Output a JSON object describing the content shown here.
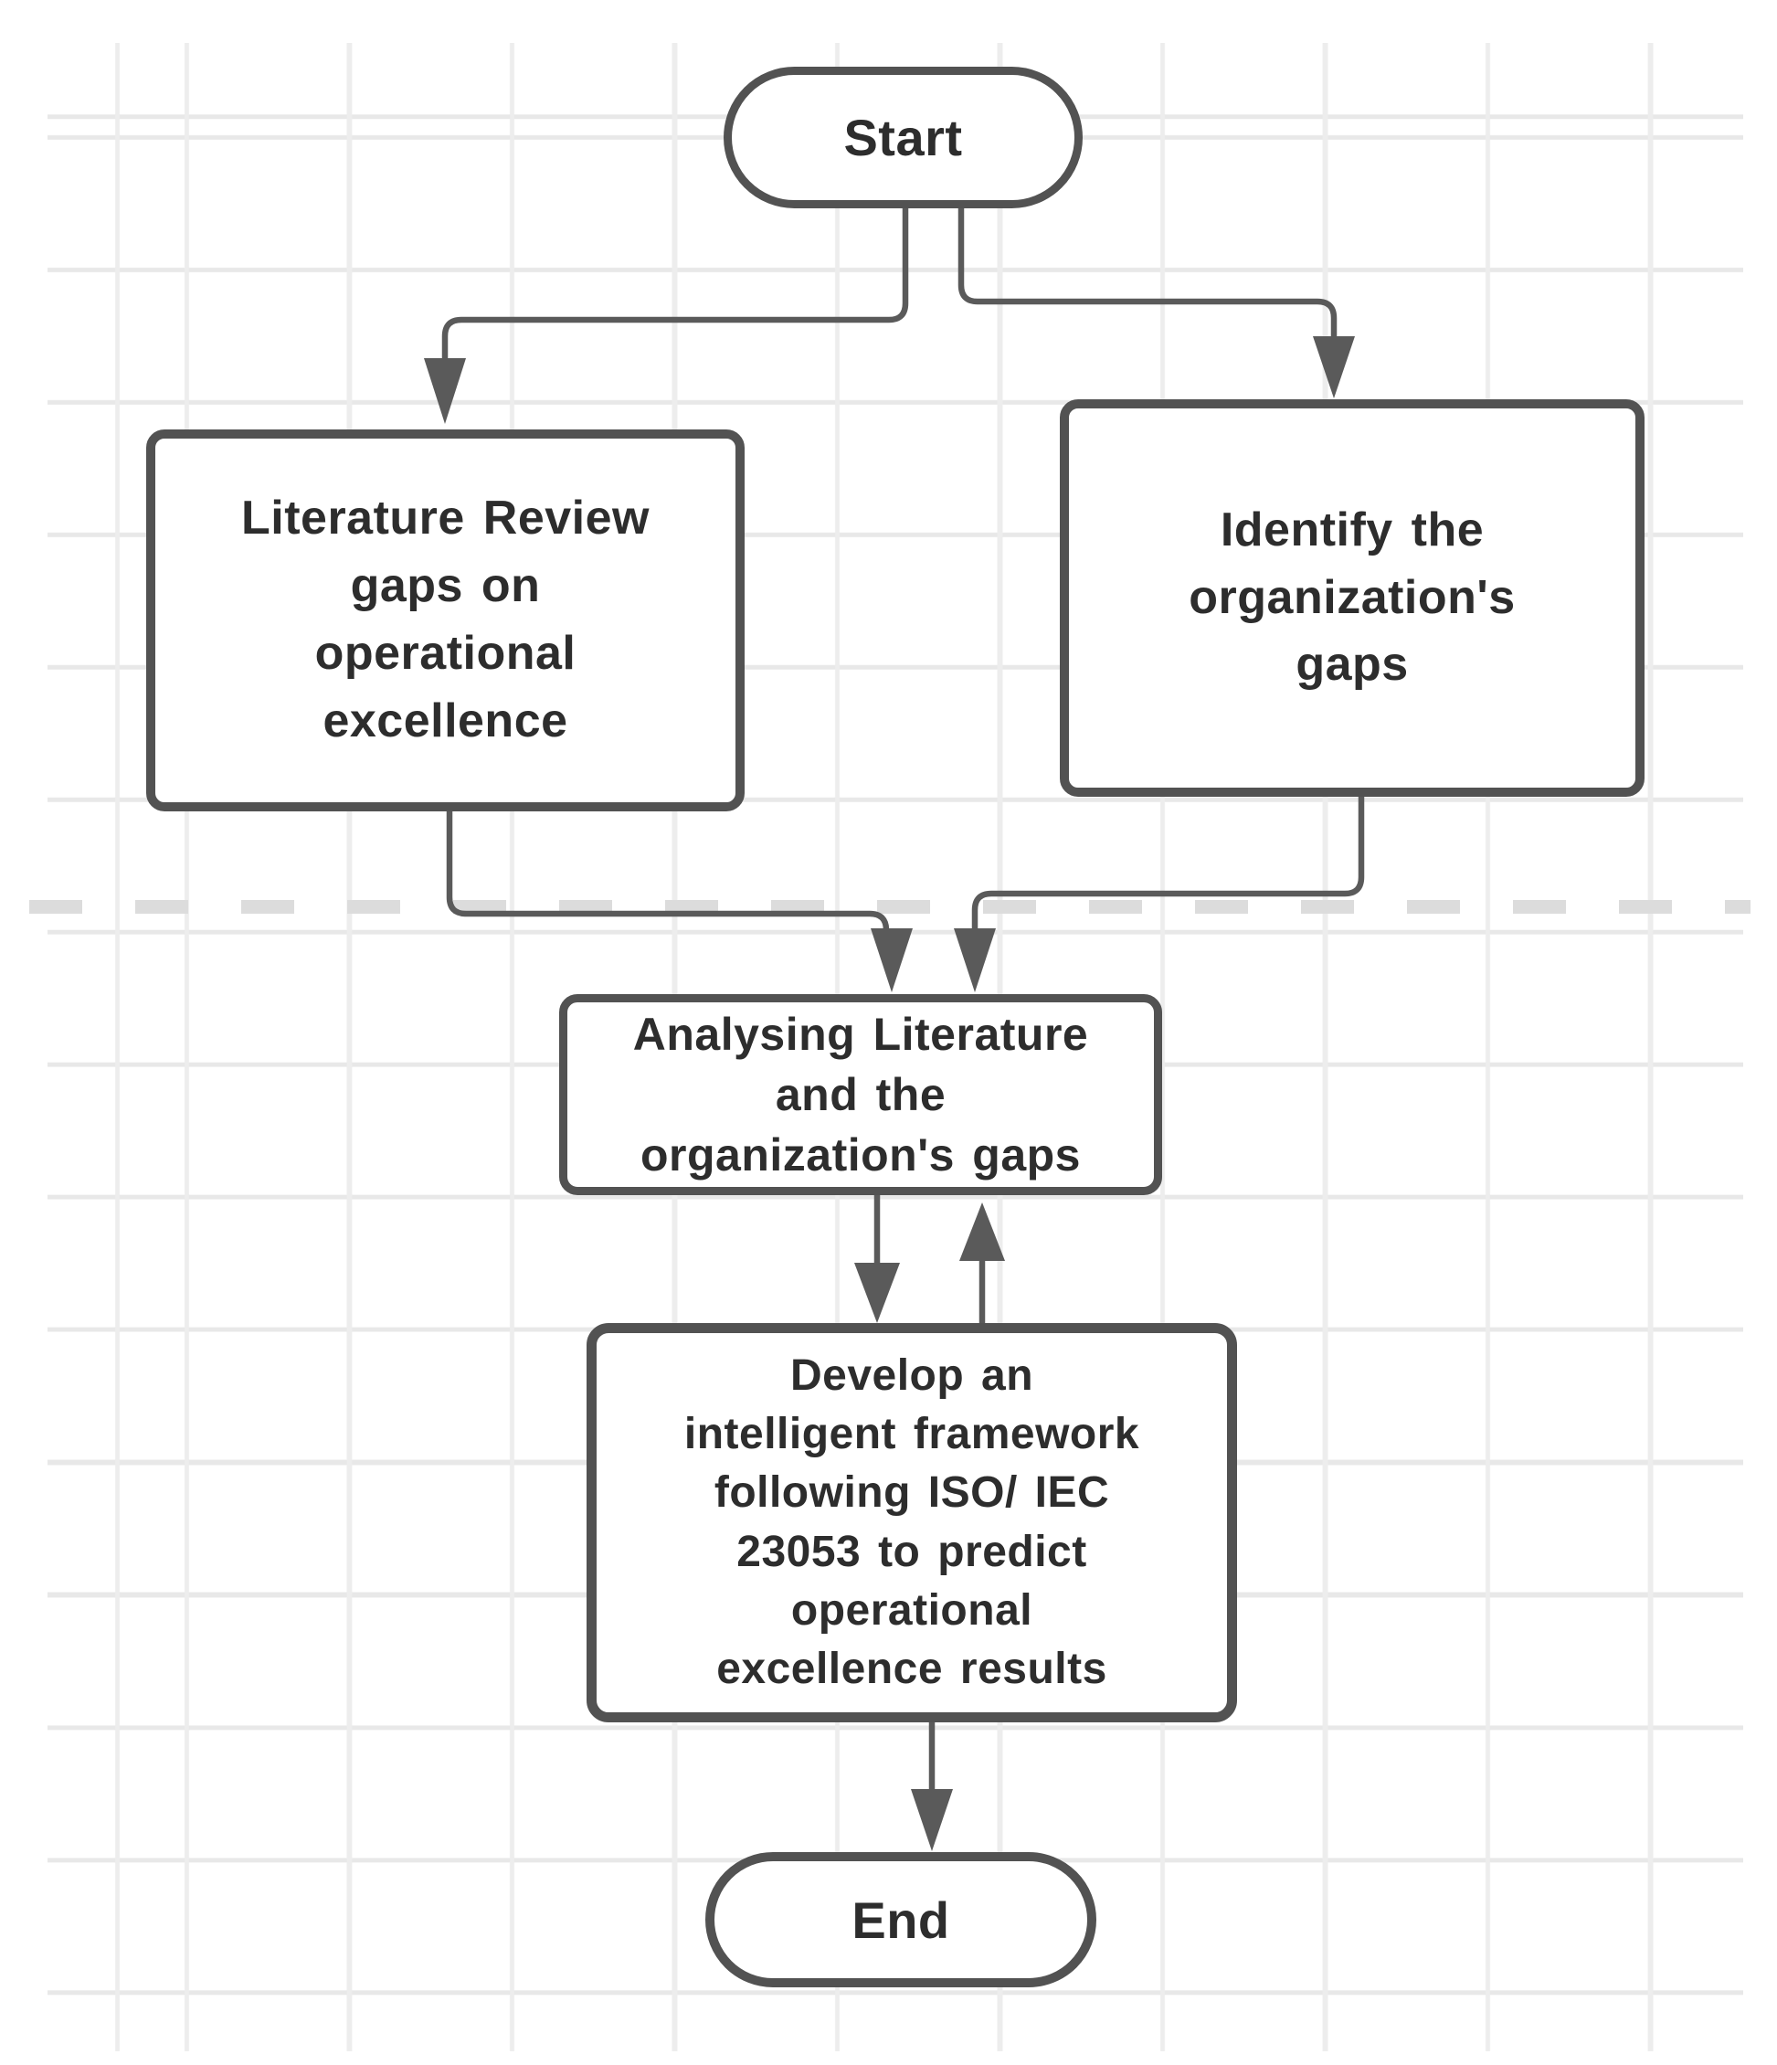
{
  "diagram": {
    "type": "flowchart",
    "nodes": {
      "start": {
        "label": "Start",
        "shape": "terminator"
      },
      "literature_review": {
        "label": "Literature Review\ngaps on\noperational\nexcellence",
        "shape": "process"
      },
      "identify_gaps": {
        "label": "Identify the\norganization's\ngaps",
        "shape": "process"
      },
      "analysing": {
        "label": "Analysing Literature\nand the\norganization's gaps",
        "shape": "process"
      },
      "develop_framework": {
        "label": "Develop an\nintelligent framework\nfollowing ISO/ IEC\n23053 to predict\noperational\nexcellence results",
        "shape": "process"
      },
      "end": {
        "label": "End",
        "shape": "terminator"
      }
    },
    "edges": [
      {
        "from": "start",
        "to": "literature_review"
      },
      {
        "from": "start",
        "to": "identify_gaps"
      },
      {
        "from": "literature_review",
        "to": "analysing"
      },
      {
        "from": "identify_gaps",
        "to": "analysing"
      },
      {
        "from": "analysing",
        "to": "develop_framework"
      },
      {
        "from": "develop_framework",
        "to": "analysing"
      },
      {
        "from": "develop_framework",
        "to": "end"
      }
    ],
    "divider": {
      "style": "dashed-horizontal-line"
    },
    "colors": {
      "node_border": "#525252",
      "connector": "#5a5a5a",
      "text": "#2d2d2d",
      "dashed_divider": "#dcdcdc",
      "grid_line": "#ebebeb",
      "background": "#ffffff"
    }
  }
}
